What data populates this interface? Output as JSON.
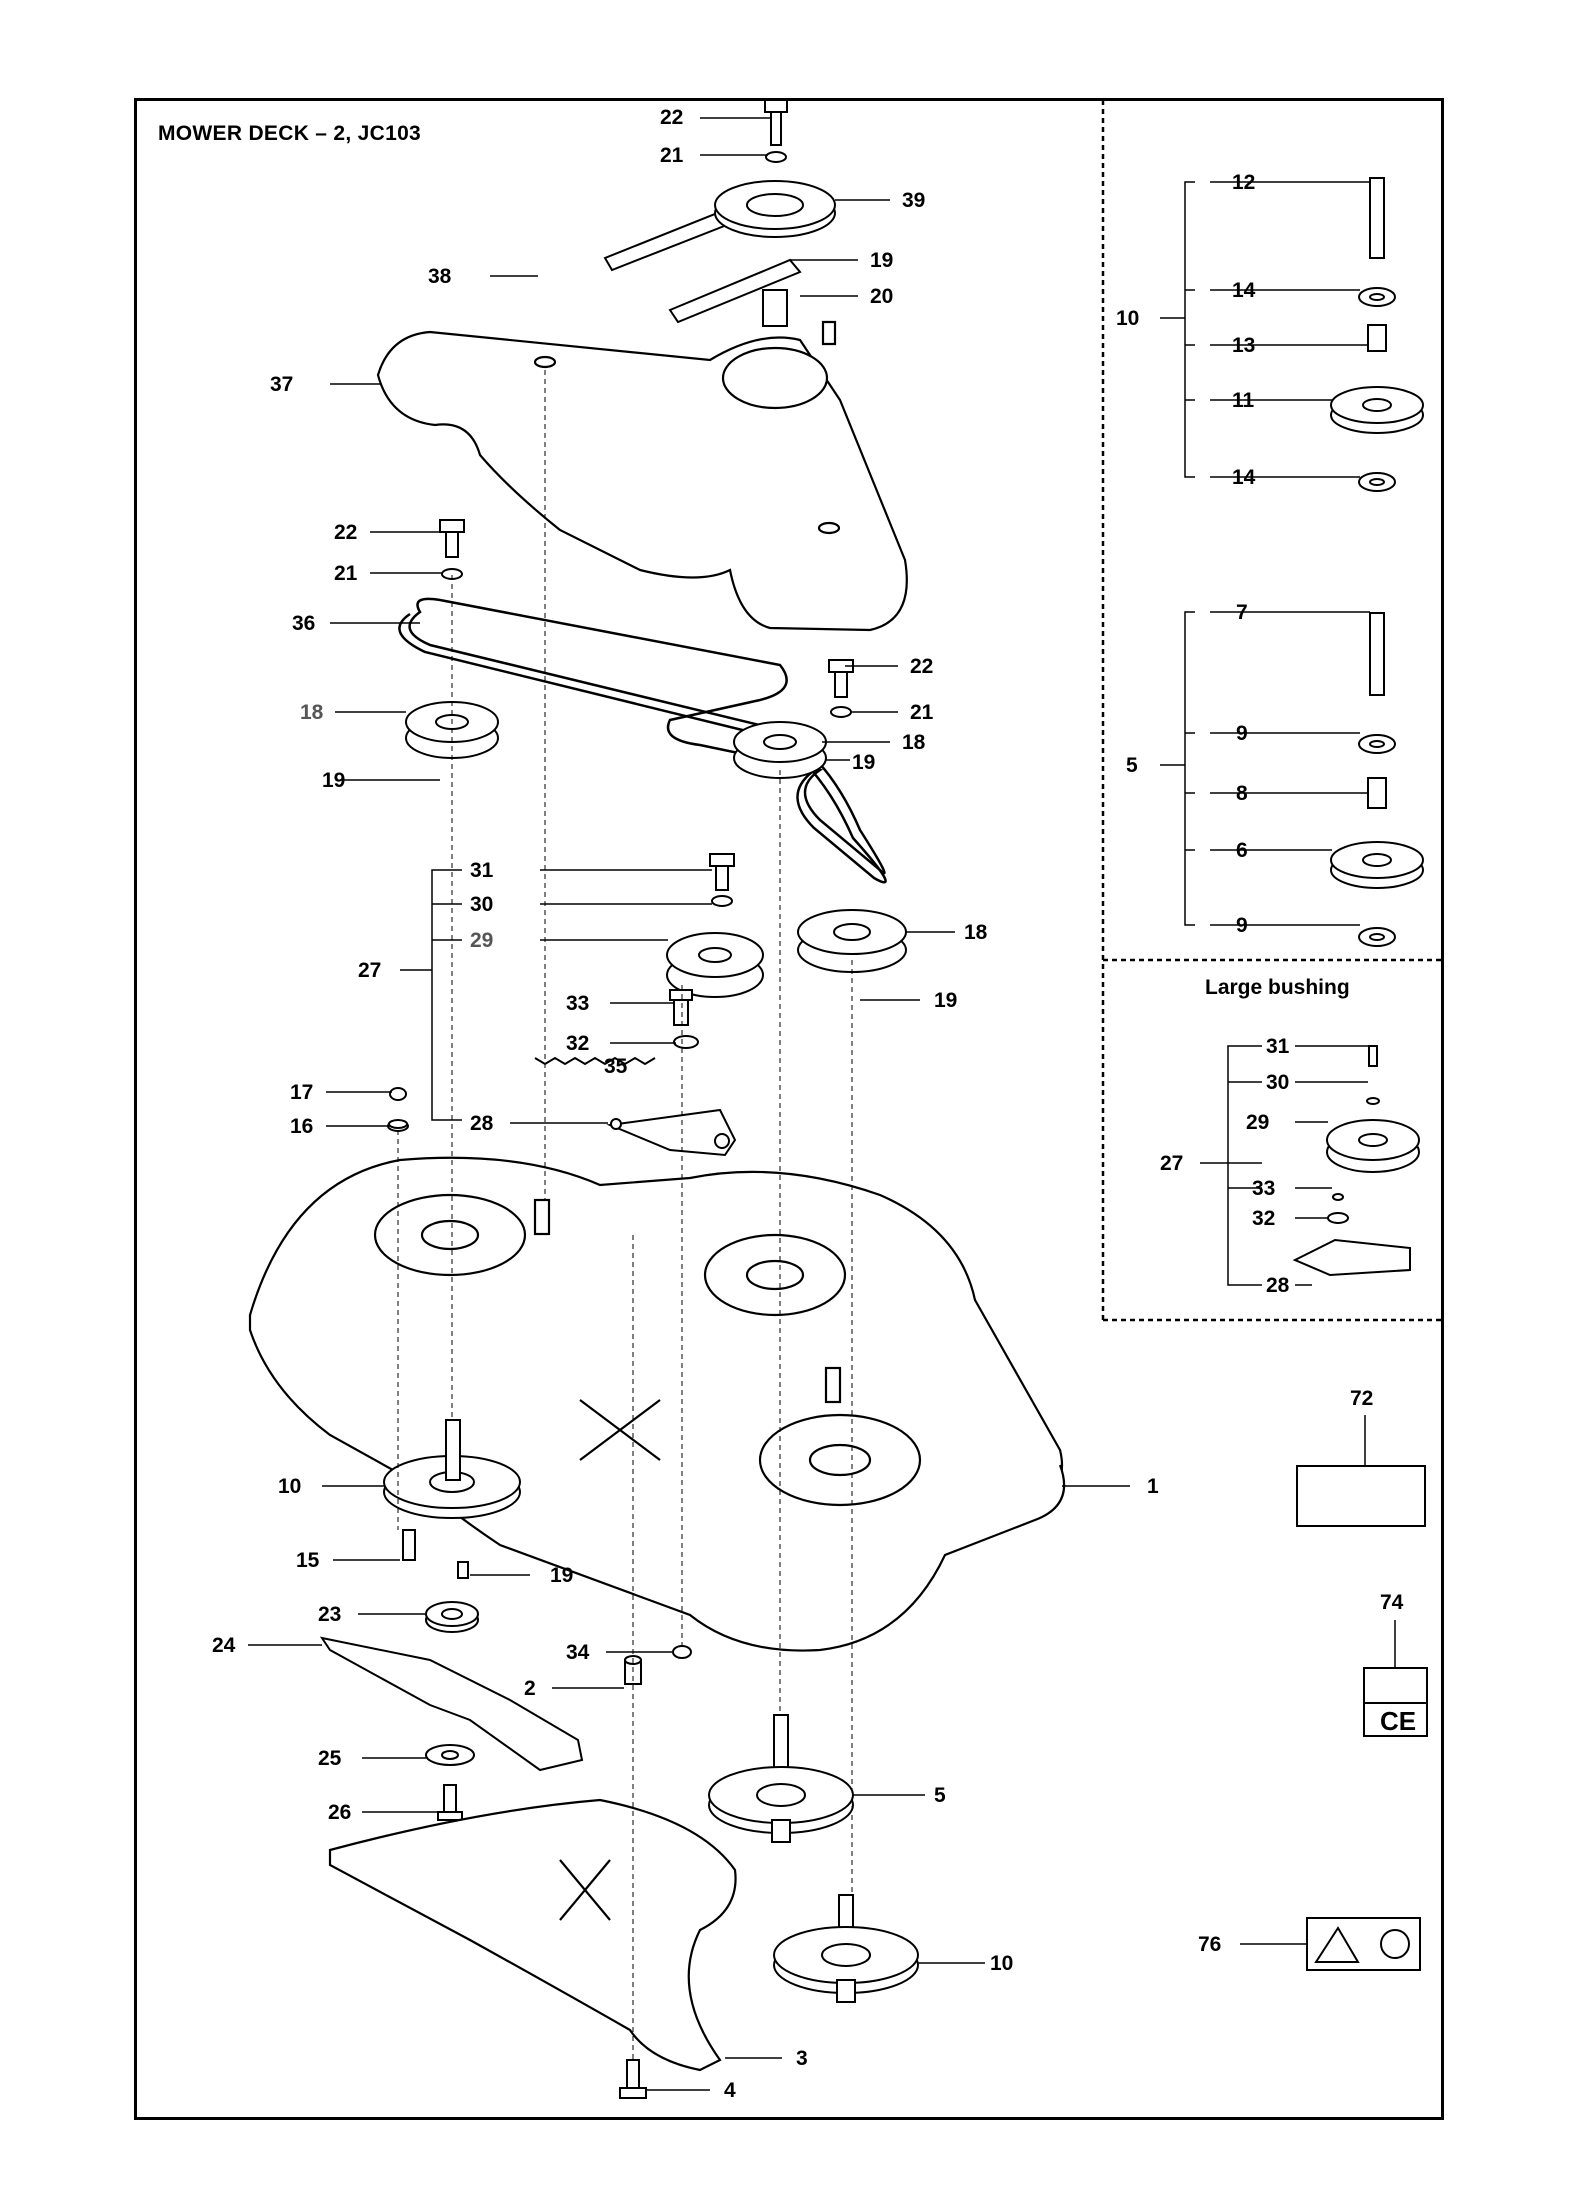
{
  "title": "MOWER DECK – 2, JC103",
  "inset_title": "Large bushing",
  "labels": [
    {
      "id": "p22a",
      "text": "22"
    },
    {
      "id": "p21a",
      "text": "21"
    },
    {
      "id": "p39",
      "text": "39"
    },
    {
      "id": "p19a",
      "text": "19"
    },
    {
      "id": "p38",
      "text": "38"
    },
    {
      "id": "p20",
      "text": "20"
    },
    {
      "id": "p37",
      "text": "37"
    },
    {
      "id": "p22b",
      "text": "22"
    },
    {
      "id": "p21b",
      "text": "21"
    },
    {
      "id": "p36",
      "text": "36"
    },
    {
      "id": "p22c",
      "text": "22"
    },
    {
      "id": "p21c",
      "text": "21"
    },
    {
      "id": "p18a",
      "text": "18"
    },
    {
      "id": "p18b",
      "text": "18"
    },
    {
      "id": "p19b",
      "text": "19"
    },
    {
      "id": "p19c",
      "text": "19"
    },
    {
      "id": "p31",
      "text": "31"
    },
    {
      "id": "p30",
      "text": "30"
    },
    {
      "id": "p27",
      "text": "27"
    },
    {
      "id": "p29",
      "text": "29"
    },
    {
      "id": "p18c",
      "text": "18"
    },
    {
      "id": "p19d",
      "text": "19"
    },
    {
      "id": "p33",
      "text": "33"
    },
    {
      "id": "p32",
      "text": "32"
    },
    {
      "id": "p35",
      "text": "35"
    },
    {
      "id": "p17",
      "text": "17"
    },
    {
      "id": "p16",
      "text": "16"
    },
    {
      "id": "p28",
      "text": "28"
    },
    {
      "id": "p1",
      "text": "1"
    },
    {
      "id": "p10a",
      "text": "10"
    },
    {
      "id": "p15",
      "text": "15"
    },
    {
      "id": "p19e",
      "text": "19"
    },
    {
      "id": "p23",
      "text": "23"
    },
    {
      "id": "p24",
      "text": "24"
    },
    {
      "id": "p34",
      "text": "34"
    },
    {
      "id": "p2",
      "text": "2"
    },
    {
      "id": "p25",
      "text": "25"
    },
    {
      "id": "p26",
      "text": "26"
    },
    {
      "id": "p5a",
      "text": "5"
    },
    {
      "id": "p10b",
      "text": "10"
    },
    {
      "id": "p3",
      "text": "3"
    },
    {
      "id": "p4",
      "text": "4"
    },
    {
      "id": "i12",
      "text": "12"
    },
    {
      "id": "i10",
      "text": "10"
    },
    {
      "id": "i14a",
      "text": "14"
    },
    {
      "id": "i13",
      "text": "13"
    },
    {
      "id": "i11",
      "text": "11"
    },
    {
      "id": "i14b",
      "text": "14"
    },
    {
      "id": "i7",
      "text": "7"
    },
    {
      "id": "i5",
      "text": "5"
    },
    {
      "id": "i9a",
      "text": "9"
    },
    {
      "id": "i8",
      "text": "8"
    },
    {
      "id": "i6",
      "text": "6"
    },
    {
      "id": "i9b",
      "text": "9"
    },
    {
      "id": "b31",
      "text": "31"
    },
    {
      "id": "b30",
      "text": "30"
    },
    {
      "id": "b27",
      "text": "27"
    },
    {
      "id": "b29",
      "text": "29"
    },
    {
      "id": "b33",
      "text": "33"
    },
    {
      "id": "b32",
      "text": "32"
    },
    {
      "id": "b28",
      "text": "28"
    },
    {
      "id": "d72",
      "text": "72"
    },
    {
      "id": "d74",
      "text": "74"
    },
    {
      "id": "d76",
      "text": "76"
    }
  ],
  "decal_ce": "CE"
}
